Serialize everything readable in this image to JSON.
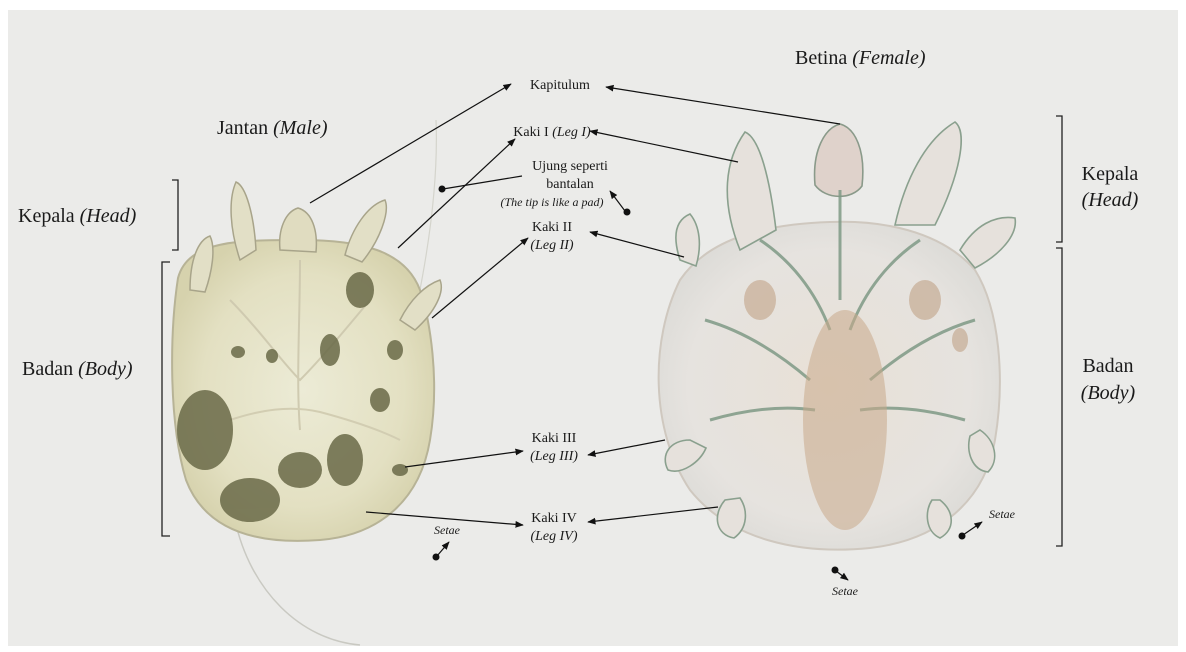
{
  "male": {
    "title": "Jantan",
    "title_en": "(Male)"
  },
  "female": {
    "title": "Betina",
    "title_en": "(Female)"
  },
  "regions": {
    "head_left": "Kepala",
    "head_left_en": "(Head)",
    "body_left": "Badan",
    "body_left_en": "(Body)",
    "head_right": "Kepala",
    "head_right_en": "(Head)",
    "body_right": "Badan",
    "body_right_en": "(Body)"
  },
  "labels": {
    "kapitulum": "Kapitulum",
    "kaki1": "Kaki I",
    "kaki1_en": "(Leg I)",
    "pad_line1": "Ujung seperti",
    "pad_line2": "bantalan",
    "pad_en": "(The tip is like a pad)",
    "kaki2": "Kaki II",
    "kaki2_en": "(Leg II)",
    "kaki3": "Kaki III",
    "kaki3_en": "(Leg III)",
    "kaki4": "Kaki IV",
    "kaki4_en": "(Leg IV)",
    "setae_male": "Setae",
    "setae_right": "Setae",
    "setae_bottom": "Setae"
  }
}
